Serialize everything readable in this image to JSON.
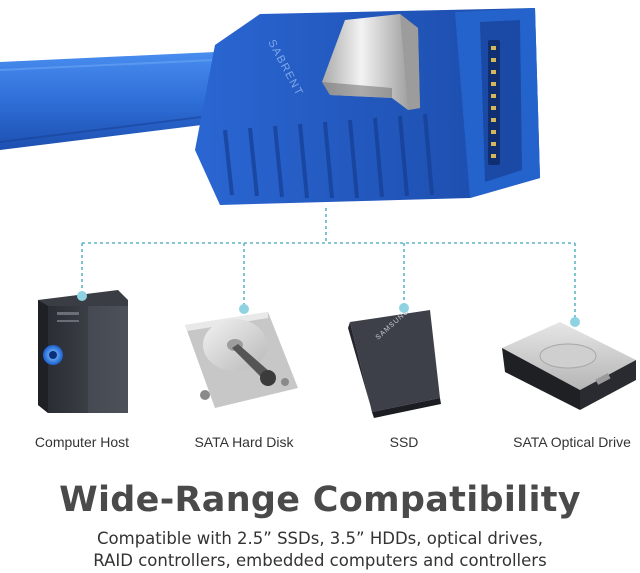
{
  "connector": {
    "brand_text": "SABRENT"
  },
  "devices": [
    {
      "label": "Computer Host"
    },
    {
      "label": "SATA Hard Disk"
    },
    {
      "label": "SSD",
      "brand_text": "SAMSUNG"
    },
    {
      "label": "SATA Optical Drive"
    }
  ],
  "headline": "Wide-Range Compatibility",
  "description": {
    "line1": "Compatible with 2.5” SSDs, 3.5” HDDs, optical drives,",
    "line2": "RAID controllers, embedded computers and controllers"
  },
  "colors": {
    "cable_blue": "#2f6fd8",
    "connector_dark": "#1f52b8",
    "line_teal": "#5fb6c8",
    "headline": "#4a4a4a"
  }
}
